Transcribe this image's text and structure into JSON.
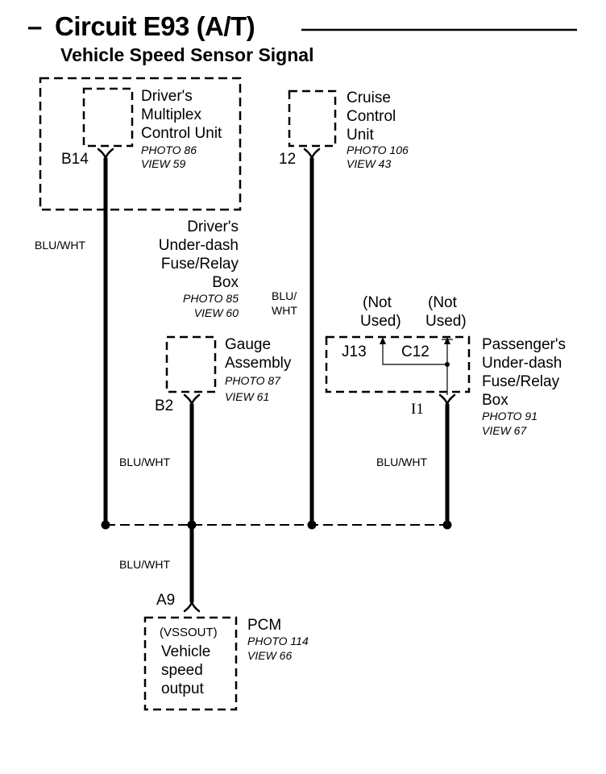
{
  "header": {
    "dash": "–",
    "title": "Circuit E93 (A/T)",
    "subtitle": "Vehicle Speed Sensor Signal"
  },
  "components": {
    "driver_mcu": {
      "name_lines": [
        "Driver's",
        "Multiplex",
        "Control Unit"
      ],
      "photo": "PHOTO 86",
      "view": "VIEW 59",
      "pin": "B14"
    },
    "driver_fuse_box": {
      "name_lines": [
        "Driver's",
        "Under-dash",
        "Fuse/Relay",
        "Box"
      ],
      "photo": "PHOTO 85",
      "view": "VIEW 60"
    },
    "cruise_control": {
      "name_lines": [
        "Cruise",
        "Control",
        "Unit"
      ],
      "photo": "PHOTO 106",
      "view": "VIEW 43",
      "pin": "12"
    },
    "gauge_assembly": {
      "name_lines": [
        "Gauge",
        "Assembly"
      ],
      "photo": "PHOTO 87",
      "view": "VIEW 61",
      "pin": "B2"
    },
    "passenger_fuse_box": {
      "name_lines": [
        "Passenger's",
        "Under-dash",
        "Fuse/Relay",
        "Box"
      ],
      "photo": "PHOTO 91",
      "view": "VIEW 67",
      "pin": "I1",
      "terminal_j13": "J13",
      "terminal_c12": "C12",
      "not_used_1": [
        "(Not",
        "Used)"
      ],
      "not_used_2": [
        "(Not",
        "Used)"
      ]
    },
    "pcm": {
      "name": "PCM",
      "photo": "PHOTO 114",
      "view": "VIEW 66",
      "pin": "A9",
      "signal": "(VSSOUT)",
      "function_lines": [
        "Vehicle",
        "speed",
        "output"
      ]
    }
  },
  "wires": {
    "mcu_wire": "BLU/WHT",
    "cruise_wire": [
      "BLU/",
      "WHT"
    ],
    "gauge_wire": "BLU/WHT",
    "passenger_wire": "BLU/WHT",
    "pcm_wire": "BLU/WHT"
  }
}
